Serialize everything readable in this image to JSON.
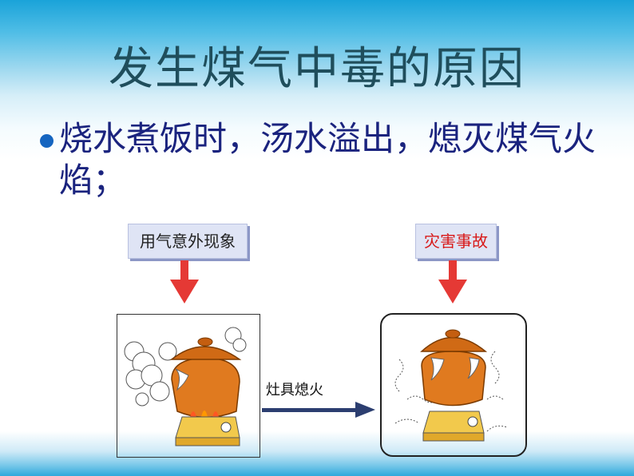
{
  "slide": {
    "title": "发生煤气中毒的原因",
    "bullet": "烧水煮饭时，汤水溢出，熄灭煤气火焰；"
  },
  "figure": {
    "left_label": "用气意外现象",
    "right_label": "灾害事故",
    "arrow_label": "灶具熄火"
  },
  "colors": {
    "title": "#1f4e5c",
    "bullet_text": "#1a237e",
    "down_arrow": "#e53935",
    "right_arrow": "#2c3e70",
    "pot": "#e07a1f"
  }
}
